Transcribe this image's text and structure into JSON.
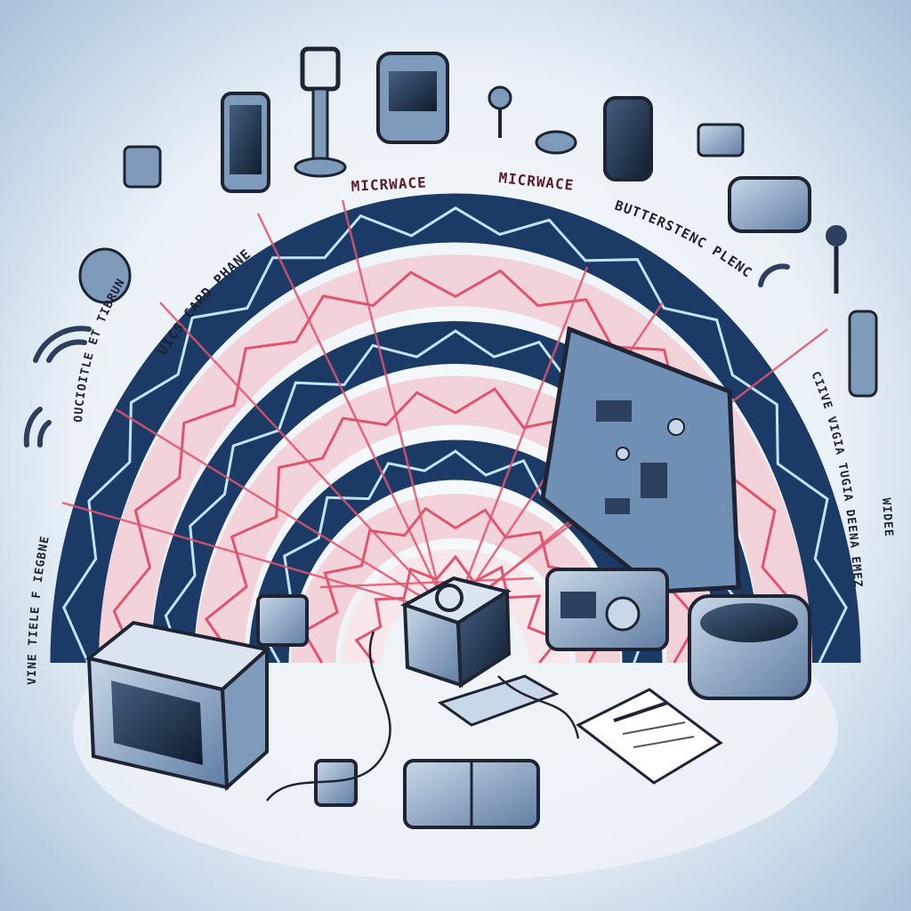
{
  "illustration": {
    "labels": {
      "top_left_arc": "UICS CARD PHANE",
      "top_center_1": "MICRWACE",
      "top_center_2": "MICRWACE",
      "top_right_arc": "BUTTERSTENC PLENC",
      "left_upper_arc": "OUCIOITLE ET TIBRUN",
      "left_lower_arc": "VINE TIELE F IEGBNE",
      "right_inner_arc": "CIIVE VIGIA TUGIA DEENA EMEZ",
      "right_outer_arc": "WIDEE"
    },
    "colors": {
      "background": "#e3edf5",
      "blue_band": "#1b3a66",
      "blue_spark": "#bfe6ff",
      "pink_band": "#f3d3da",
      "red_spark": "#e0556d",
      "device": "#7f9bbb",
      "outline": "#1e2433"
    }
  }
}
